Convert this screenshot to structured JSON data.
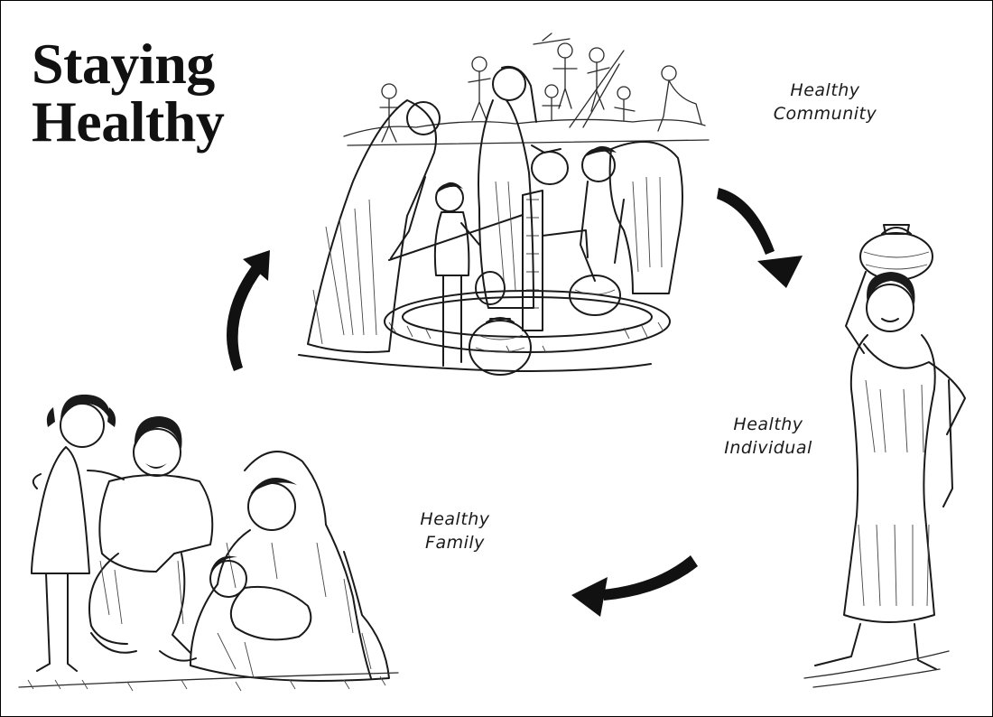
{
  "title": {
    "line1": "Staying",
    "line2": "Healthy"
  },
  "captions": {
    "community": {
      "line1": "Healthy",
      "line2": "Community"
    },
    "individual": {
      "line1": "Healthy",
      "line2": "Individual"
    },
    "family": {
      "line1": "Healthy",
      "line2": "Family"
    }
  },
  "colors": {
    "ink": "#1a1a1a",
    "background": "#ffffff"
  },
  "icons": {
    "cycle_arrows": "curved-arrow-icon"
  }
}
